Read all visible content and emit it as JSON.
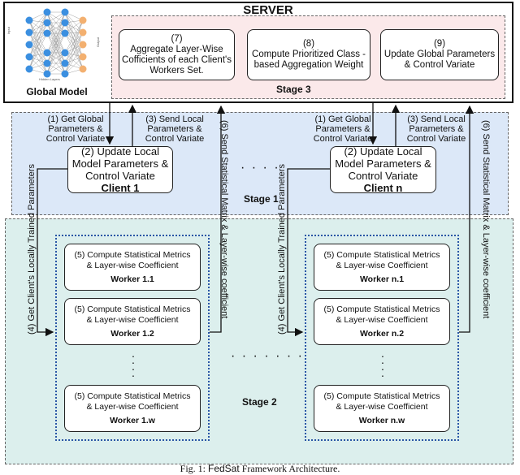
{
  "server": {
    "title": "SERVER"
  },
  "global_model": {
    "label": "Global Model",
    "input_label": "Input",
    "output_label": "Output",
    "hidden_label": "Hidden Layers"
  },
  "stage3": {
    "label": "Stage 3",
    "box7": {
      "num": "(7)",
      "text": "Aggregate Layer-Wise Cofficients of each Client's Workers Set."
    },
    "box8": {
      "num": "(8)",
      "text": "Compute Prioritized Class - based Aggregation Weight"
    },
    "box9": {
      "num": "(9)",
      "text": "Update Global Parameters & Control Variate"
    }
  },
  "stage1": {
    "label": "Stage 1",
    "step1": "(1) Get Global Parameters & Control Variate",
    "step3": "(3) Send Local Parameters & Control Variate",
    "step6": "(6) Send Statistical Matrix & Layer-wise coefficient",
    "step4": "(4) Get Client's Locally Trained Parameters",
    "ellipsis": "· · · ·",
    "client1": {
      "text": "(2) Update Local Model Parameters & Control Variate",
      "name": "Client 1"
    },
    "clientn": {
      "text": "(2) Update Local Model Parameters & Control Variate",
      "name": "Client n"
    }
  },
  "stage2": {
    "label": "Stage 2",
    "ellipsis": "· · · · · · ·",
    "worker_text_a": "(5) Compute Statistical Metrics",
    "worker_text_b": "& Layer-wise Coefficient",
    "left_workers": [
      "Worker 1.1",
      "Worker 1.2",
      "Worker 1.w"
    ],
    "right_workers": [
      "Worker n.1",
      "Worker n.2",
      "Worker n.w"
    ]
  },
  "caption": {
    "prefix": "Fig. 1:",
    "name": "FedSat",
    "suffix": "Framework Architecture."
  },
  "colors": {
    "stage3_bg": "#fbe9ea",
    "stage1_bg": "#dce8f8",
    "stage2_bg": "#dcefed",
    "node_blue": "#3b8fe0",
    "node_orange": "#f3b070",
    "worker_border": "#2a56a6"
  }
}
